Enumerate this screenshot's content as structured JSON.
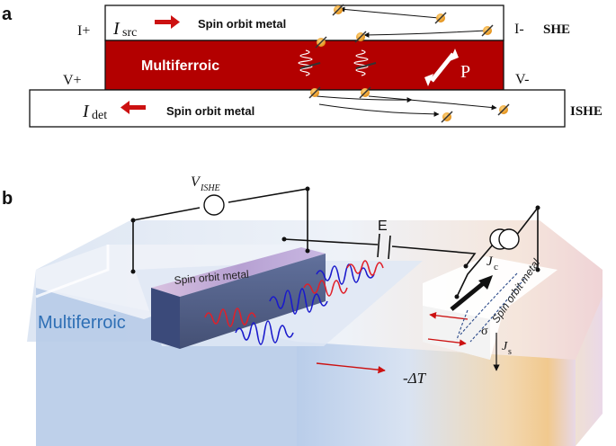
{
  "panel_a": {
    "label": "a",
    "top_left_terminal": "I+",
    "top_right_terminal": "I-",
    "mid_left_terminal": "V+",
    "mid_right_terminal": "V-",
    "source_current": "I",
    "source_current_sub": "src",
    "detected_current": "I",
    "detected_current_sub": "det",
    "top_layer": "Spin orbit metal",
    "middle_layer": "Multiferroic",
    "bottom_layer": "Spin orbit metal",
    "polarization": "P",
    "top_effect": "SHE",
    "bottom_effect": "ISHE"
  },
  "panel_b": {
    "label": "b",
    "voltmeter_label": "V",
    "voltmeter_sub": "ISHE",
    "field_label": "E",
    "substrate_label": "Multiferroic",
    "left_metal": "Spin orbit metal",
    "right_metal": "Spin orbit metal",
    "charge_current": "J",
    "charge_current_sub": "c",
    "spin_current": "J",
    "spin_current_sub": "s",
    "spin_polarization": "σ",
    "thermal_gradient": "-ΔT"
  },
  "colors": {
    "multiferroic_red": "#b30000",
    "arrow_red": "#cc1111",
    "magnon_red": "#e0202a",
    "magnon_blue": "#1a1acc",
    "substrate_blue": "#b8cdea",
    "warm_orange": "#f4c98a",
    "spin_orange": "#f0a020"
  }
}
